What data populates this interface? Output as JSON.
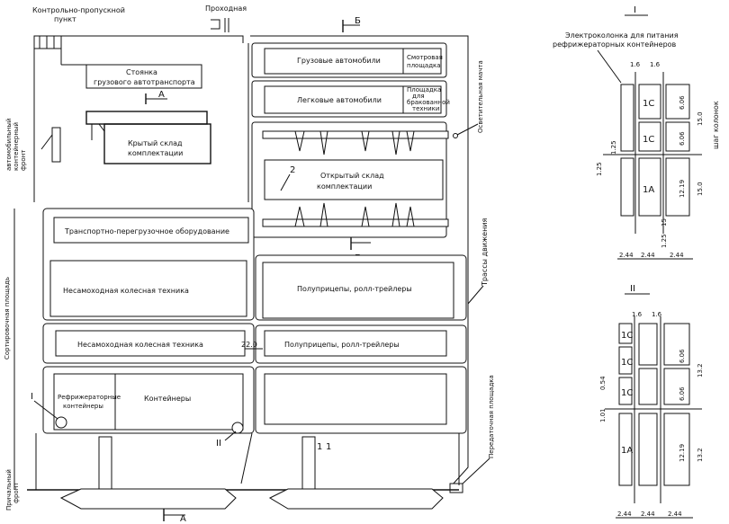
{
  "labels": {
    "checkpoint": [
      "Контрольно-пропускной",
      "пункт"
    ],
    "entrance": "Проходная",
    "section_b_top": "Б",
    "section_b_bottom": "Б",
    "section_a_top": "А",
    "section_a_bottom": "А",
    "truck_parking": [
      "Стоянка",
      "грузового автотранспорта"
    ],
    "road_front": [
      "автомобильный",
      "контейнерный",
      "фронт"
    ],
    "covered_warehouse": [
      "Крытый склад",
      "комплектации"
    ],
    "trucks": "Грузовые автомобили",
    "inspection_area": [
      "Смотровая",
      "площадка"
    ],
    "cars": "Легковые автомобили",
    "defect_area": [
      "Площадка",
      "для",
      "бракованной",
      "техники"
    ],
    "light_mast": "Осветительная мачта",
    "open_warehouse": [
      "Открытый склад",
      "комплектации"
    ],
    "marker_2": "2",
    "marker_1a": "1",
    "marker_1b": "1",
    "transfer_equipment": "Транспортно-перегрузочное оборудование",
    "non_self_1": "Несамоходная колесная техника",
    "non_self_2": "Несамоходная колесная техника",
    "semitrailers_1": "Полуприцепы, ролл-трейлеры",
    "semitrailers_2": "Полуприцепы, ролл-трейлеры",
    "traffic_routes": "Трассы движения",
    "sorting_area": "Сортировочная площадь",
    "reefer": [
      "Рефрижераторные",
      "контейнеры"
    ],
    "containers": "Контейнеры",
    "mark_I": "I",
    "mark_II": "II",
    "width_22": "22.0",
    "transfer_area": "Передаточная площадка",
    "berth_front": [
      "Причальный",
      "фронт"
    ]
  },
  "detail_I": {
    "title": "I",
    "caption": [
      "Электроколонка для питания",
      "рефрижераторных контейнеров"
    ],
    "dim_16a": "1.6",
    "dim_16b": "1.6",
    "col_1c_a": "1С",
    "col_1c_b": "1С",
    "col_1a": "1А",
    "dim_606a": "6.06",
    "dim_606b": "6.06",
    "dim_1219": "12.19",
    "dim_150a": "15.0",
    "dim_150b": "15.0",
    "dim_125a": "1.25",
    "dim_125b": "1.25",
    "dim_125c": "1.25",
    "dim_15": "15",
    "dim_244a": "2.44",
    "dim_244b": "2.44",
    "dim_244c": "2.44",
    "column_step": "шаг колонок"
  },
  "detail_II": {
    "title": "II",
    "dim_16a": "1.6",
    "dim_16b": "1.6",
    "col_1c_a": "1С",
    "col_1c_b": "1С",
    "col_1c_c": "1С",
    "col_1a": "1А",
    "dim_606a": "6.06",
    "dim_606b": "6.06",
    "dim_1219": "12.19",
    "dim_132a": "13.2",
    "dim_132b": "13.2",
    "dim_054": "0.54",
    "dim_101": "1.01",
    "dim_244a": "2.44",
    "dim_244b": "2.44",
    "dim_244c": "2.44"
  }
}
